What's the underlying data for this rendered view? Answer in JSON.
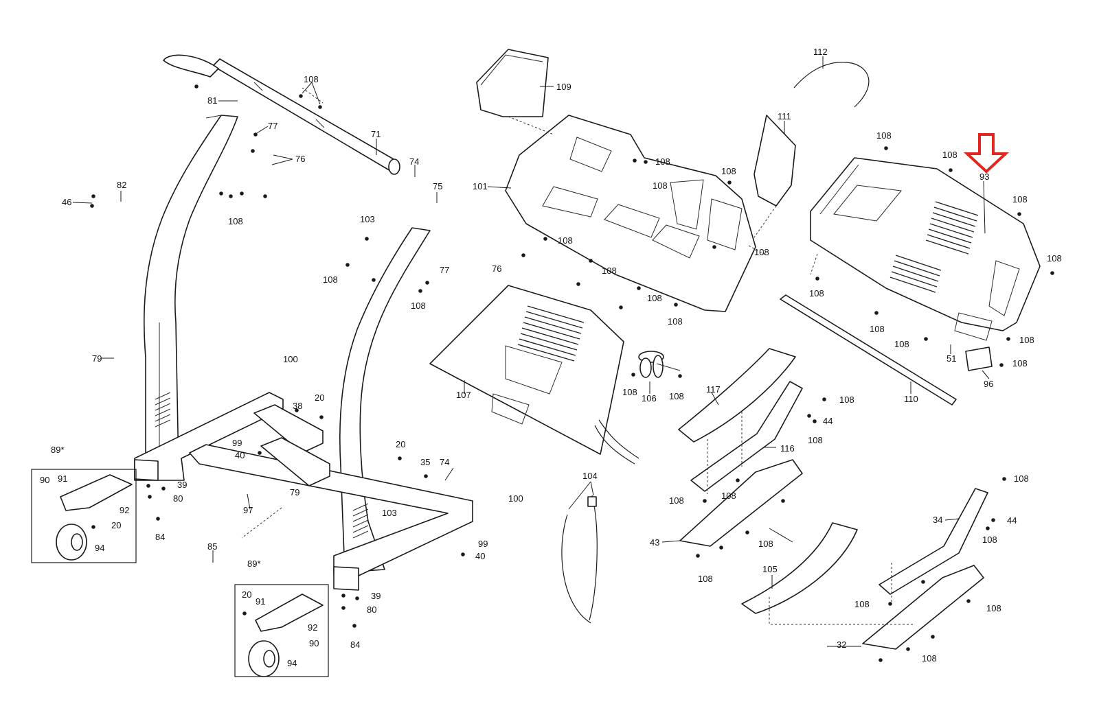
{
  "diagram": {
    "highlight_arrow_color": "#e0261f",
    "highlighted_part": "93",
    "callouts": [
      "112",
      "108",
      "81",
      "77",
      "76",
      "71",
      "109",
      "111",
      "93",
      "74",
      "46",
      "82",
      "75",
      "101",
      "103",
      "108",
      "77",
      "76",
      "79",
      "107",
      "106",
      "100",
      "38",
      "20",
      "99",
      "40",
      "117",
      "44",
      "116",
      "89*",
      "90",
      "91",
      "39",
      "80",
      "92",
      "20",
      "94",
      "84",
      "97",
      "79",
      "103",
      "35",
      "74",
      "20",
      "100",
      "99",
      "40",
      "85",
      "104",
      "34",
      "43",
      "105",
      "89*",
      "20",
      "91",
      "92",
      "90",
      "94",
      "39",
      "80",
      "84",
      "32",
      "110",
      "51",
      "96"
    ]
  }
}
